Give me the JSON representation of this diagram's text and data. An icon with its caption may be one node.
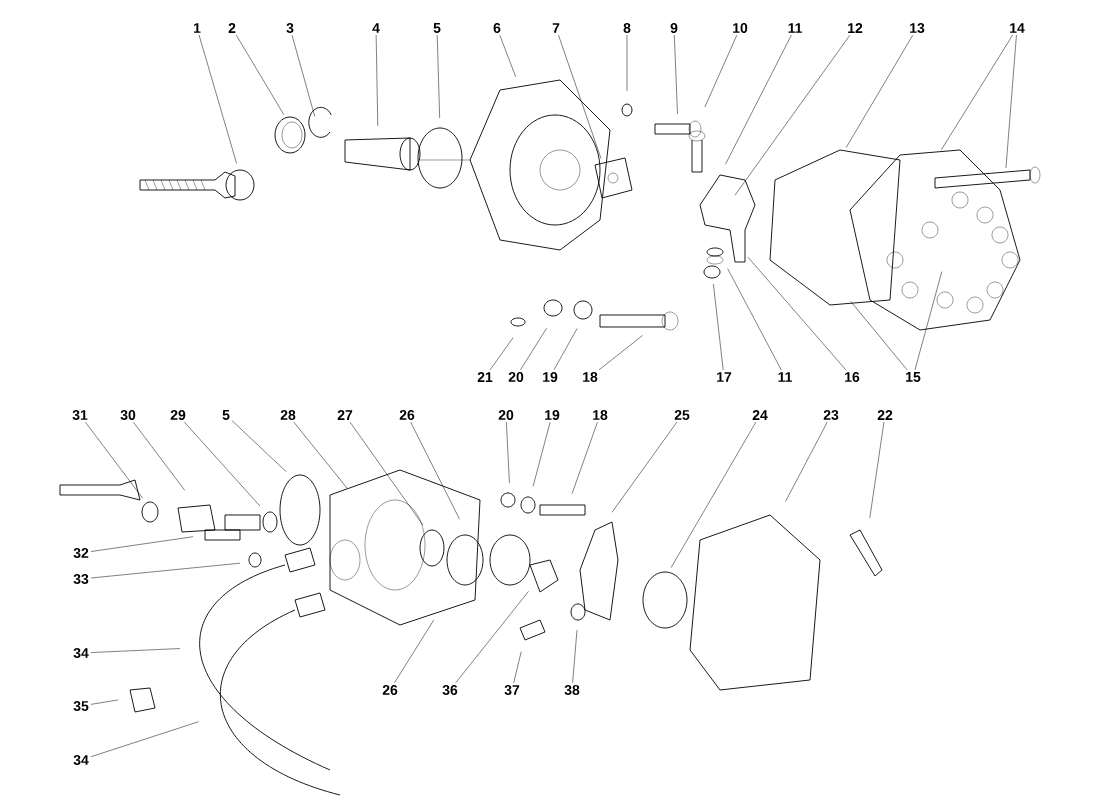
{
  "diagram": {
    "nodes": [
      {
        "text": [
          "1"
        ]
      },
      {
        "text": [
          "2"
        ]
      },
      {
        "text": [
          "3"
        ]
      },
      {
        "text": [
          "4"
        ]
      },
      {
        "text": [
          "5"
        ]
      },
      {
        "text": [
          "6"
        ]
      },
      {
        "text": [
          "7"
        ]
      },
      {
        "text": [
          "8"
        ]
      },
      {
        "text": [
          "9"
        ]
      },
      {
        "text": [
          "10"
        ]
      },
      {
        "text": [
          "11"
        ]
      },
      {
        "text": [
          "12"
        ]
      },
      {
        "text": [
          "13"
        ]
      },
      {
        "text": [
          "14"
        ]
      },
      {
        "text": [
          "21"
        ]
      },
      {
        "text": [
          "20"
        ]
      },
      {
        "text": [
          "19"
        ]
      },
      {
        "text": [
          "18"
        ]
      },
      {
        "text": [
          "17"
        ]
      },
      {
        "text": [
          "11"
        ]
      },
      {
        "text": [
          "16"
        ]
      },
      {
        "text": [
          "15"
        ]
      },
      {
        "text": [
          "31"
        ]
      },
      {
        "text": [
          "30"
        ]
      },
      {
        "text": [
          "29"
        ]
      },
      {
        "text": [
          "5"
        ]
      },
      {
        "text": [
          "28"
        ]
      },
      {
        "text": [
          "27"
        ]
      },
      {
        "text": [
          "26"
        ]
      },
      {
        "text": [
          "20"
        ]
      },
      {
        "text": [
          "19"
        ]
      },
      {
        "text": [
          "18"
        ]
      },
      {
        "text": [
          "25"
        ]
      },
      {
        "text": [
          "24"
        ]
      },
      {
        "text": [
          "23"
        ]
      },
      {
        "text": [
          "22"
        ]
      },
      {
        "text": [
          "32"
        ]
      },
      {
        "text": [
          "33"
        ]
      },
      {
        "text": [
          "34"
        ]
      },
      {
        "text": [
          "35"
        ]
      },
      {
        "text": [
          "34"
        ]
      },
      {
        "text": [
          "26"
        ]
      },
      {
        "text": [
          "36"
        ]
      },
      {
        "text": [
          "37"
        ]
      },
      {
        "text": [
          "38"
        ]
      }
    ],
    "edges": [
      {
        "from": 0,
        "to": null,
        "arrow": "none"
      },
      {
        "from": 1,
        "to": null,
        "arrow": "none"
      },
      {
        "from": 2,
        "to": null,
        "arrow": "none"
      },
      {
        "from": 3,
        "to": null,
        "arrow": "none"
      },
      {
        "from": 4,
        "to": null,
        "arrow": "none"
      },
      {
        "from": 5,
        "to": null,
        "arrow": "none"
      },
      {
        "from": 6,
        "to": null,
        "arrow": "none"
      },
      {
        "from": 7,
        "to": null,
        "arrow": "none"
      },
      {
        "from": 8,
        "to": null,
        "arrow": "none"
      },
      {
        "from": 9,
        "to": null,
        "arrow": "none"
      },
      {
        "from": 10,
        "to": null,
        "arrow": "none"
      },
      {
        "from": 11,
        "to": null,
        "arrow": "none"
      },
      {
        "from": 12,
        "to": null,
        "arrow": "none"
      },
      {
        "from": 13,
        "to": null,
        "arrow": "none"
      },
      {
        "from": 13,
        "to": null,
        "arrow": "none"
      },
      {
        "from": 14,
        "to": null,
        "arrow": "none"
      },
      {
        "from": 15,
        "to": null,
        "arrow": "none"
      },
      {
        "from": 16,
        "to": null,
        "arrow": "none"
      },
      {
        "from": 17,
        "to": null,
        "arrow": "none"
      },
      {
        "from": 18,
        "to": null,
        "arrow": "none"
      },
      {
        "from": 19,
        "to": null,
        "arrow": "none"
      },
      {
        "from": 20,
        "to": null,
        "arrow": "none"
      },
      {
        "from": 21,
        "to": null,
        "arrow": "none"
      },
      {
        "from": 21,
        "to": null,
        "arrow": "none"
      },
      {
        "from": 22,
        "to": null,
        "arrow": "none"
      },
      {
        "from": 23,
        "to": null,
        "arrow": "none"
      },
      {
        "from": 24,
        "to": null,
        "arrow": "none"
      },
      {
        "from": 25,
        "to": null,
        "arrow": "none"
      },
      {
        "from": 26,
        "to": null,
        "arrow": "none"
      },
      {
        "from": 27,
        "to": null,
        "arrow": "none"
      },
      {
        "from": 28,
        "to": null,
        "arrow": "none"
      },
      {
        "from": 29,
        "to": null,
        "arrow": "none"
      },
      {
        "from": 30,
        "to": null,
        "arrow": "none"
      },
      {
        "from": 31,
        "to": null,
        "arrow": "none"
      },
      {
        "from": 32,
        "to": null,
        "arrow": "none"
      },
      {
        "from": 33,
        "to": null,
        "arrow": "none"
      },
      {
        "from": 34,
        "to": null,
        "arrow": "none"
      },
      {
        "from": 35,
        "to": null,
        "arrow": "none"
      },
      {
        "from": 36,
        "to": null,
        "arrow": "none"
      },
      {
        "from": 37,
        "to": null,
        "arrow": "none"
      },
      {
        "from": 38,
        "to": null,
        "arrow": "none"
      },
      {
        "from": 39,
        "to": null,
        "arrow": "none"
      },
      {
        "from": 40,
        "to": null,
        "arrow": "none"
      },
      {
        "from": 41,
        "to": null,
        "arrow": "none"
      },
      {
        "from": 42,
        "to": null,
        "arrow": "none"
      },
      {
        "from": 43,
        "to": null,
        "arrow": "none"
      },
      {
        "from": 44,
        "to": null,
        "arrow": "none"
      }
    ]
  }
}
